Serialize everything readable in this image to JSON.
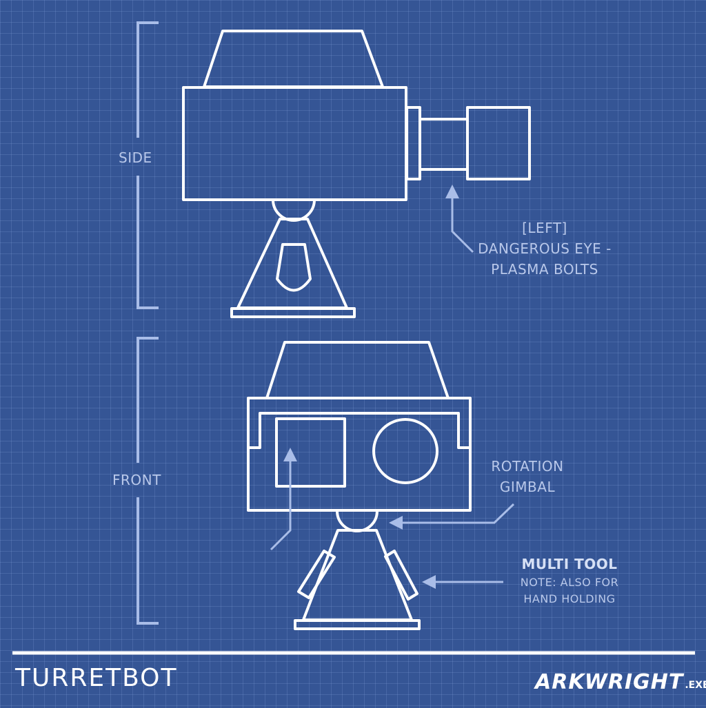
{
  "title": "TURRETBOT",
  "views": {
    "side": "SIDE",
    "front": "FRONT"
  },
  "callouts": {
    "eye_line1": "[LEFT]",
    "eye_line2": "DANGEROUS EYE -",
    "eye_line3": "PLASMA BOLTS",
    "gimbal_line1": "ROTATION",
    "gimbal_line2": "GIMBAL",
    "tool_title": "MULTI TOOL",
    "tool_note1": "NOTE: ALSO FOR",
    "tool_note2": "HAND HOLDING"
  },
  "brand": {
    "name": "ARKWRIGHT",
    "ext": ".EXE",
    "icon": "wing-logo-icon"
  },
  "colors": {
    "background": "#355595",
    "outline": "#ffffff",
    "annotation": "#a9bde8"
  }
}
